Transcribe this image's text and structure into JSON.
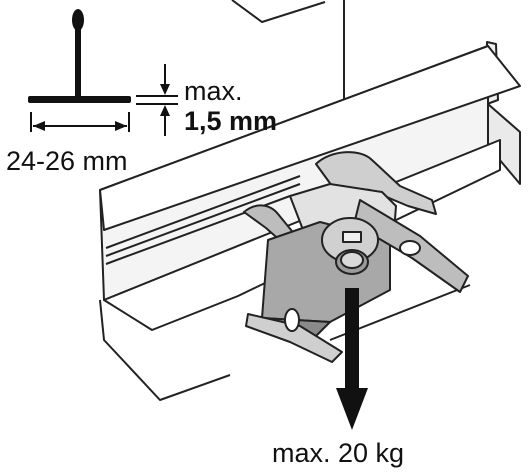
{
  "labels": {
    "thickness_line1": "max.",
    "thickness_line2": "1,5 mm",
    "width": "24-26 mm",
    "load": "max. 20 kg"
  },
  "colors": {
    "ink": "#111111",
    "metal_light": "#d9d9d9",
    "metal_mid": "#a8a8a8",
    "metal_dark": "#6a6a6a",
    "rail_face": "#f4f4f4",
    "ceiling": "#ffffff"
  },
  "icons": {
    "load_arrow": "down-arrow"
  }
}
